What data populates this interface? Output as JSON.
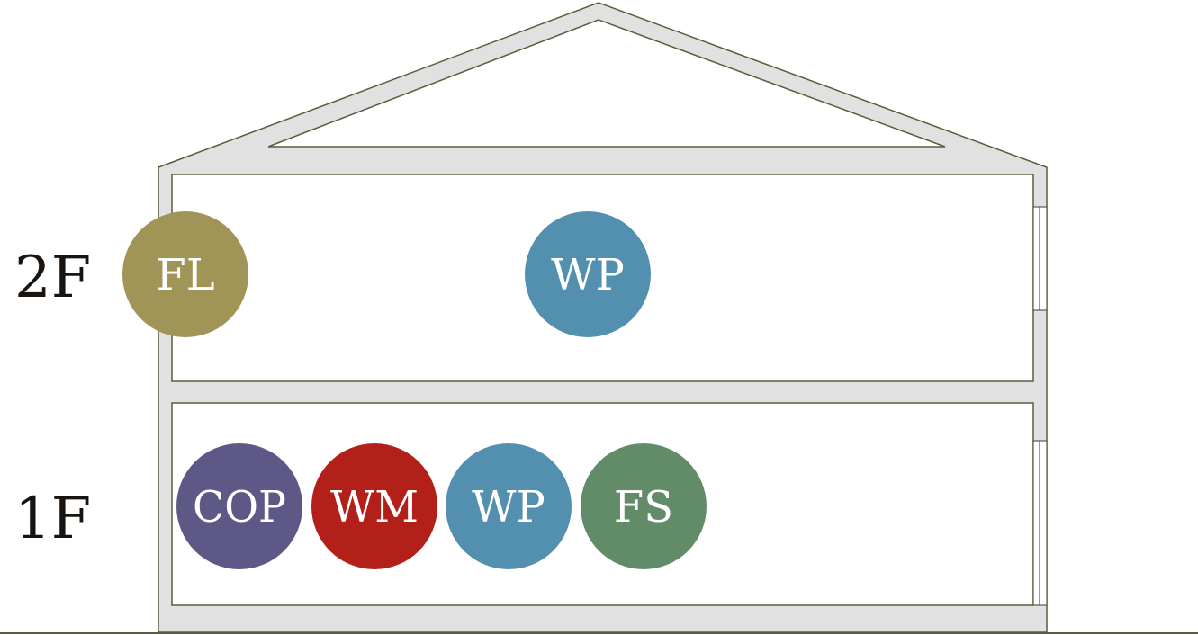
{
  "floors": {
    "upper": "2F",
    "lower": "1F"
  },
  "badges": {
    "upper": [
      {
        "label": "FL",
        "color": "#a09457"
      },
      {
        "label": "WP",
        "color": "#5390af"
      }
    ],
    "lower": [
      {
        "label": "COP",
        "color": "#5d5886"
      },
      {
        "label": "WM",
        "color": "#b31f19"
      },
      {
        "label": "WP",
        "color": "#5390af"
      },
      {
        "label": "FS",
        "color": "#628b68"
      }
    ]
  },
  "colors": {
    "wall_fill": "#e1e1e1",
    "wall_stroke": "#5e5a3c",
    "room_fill": "#ffffff"
  }
}
